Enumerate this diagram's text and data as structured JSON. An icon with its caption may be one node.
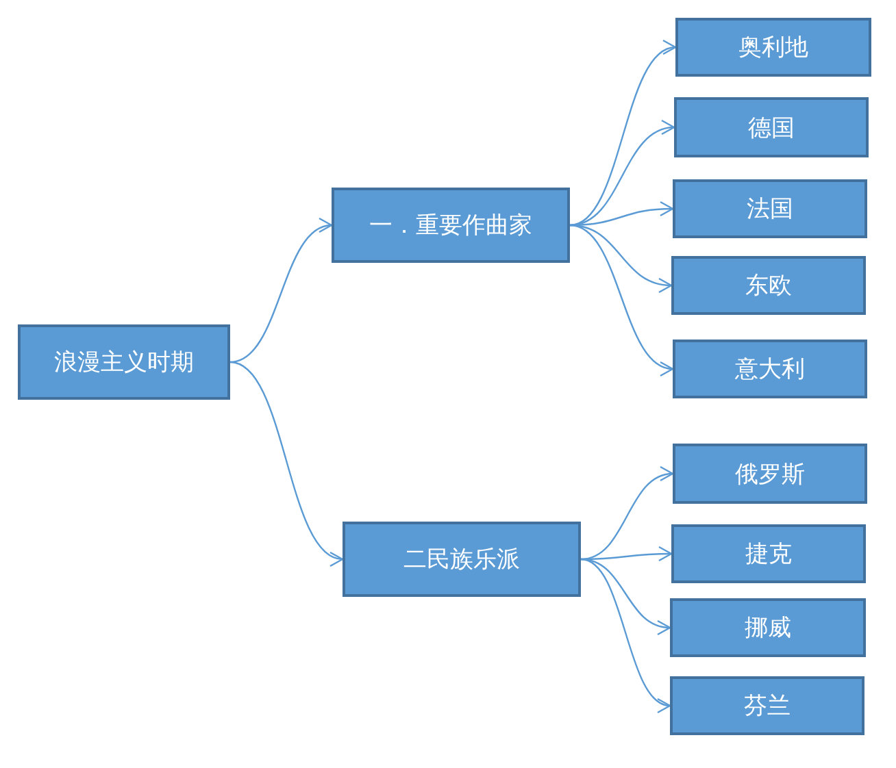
{
  "diagram": {
    "nodes": [
      {
        "text": [
          "浪漫主义时期"
        ]
      },
      {
        "text": [
          "一．重要作曲家"
        ]
      },
      {
        "text": [
          "二民族乐派"
        ]
      },
      {
        "text": [
          "奥利地"
        ]
      },
      {
        "text": [
          "德国"
        ]
      },
      {
        "text": [
          "法国"
        ]
      },
      {
        "text": [
          "东欧"
        ]
      },
      {
        "text": [
          "意大利"
        ]
      },
      {
        "text": [
          "俄罗斯"
        ]
      },
      {
        "text": [
          "捷克"
        ]
      },
      {
        "text": [
          "挪威"
        ]
      },
      {
        "text": [
          "芬兰"
        ]
      }
    ],
    "edges": [
      {
        "from": 0,
        "to": 1,
        "arrow": "to"
      },
      {
        "from": 0,
        "to": 2,
        "arrow": "to"
      },
      {
        "from": 1,
        "to": 3,
        "arrow": "to"
      },
      {
        "from": 1,
        "to": 4,
        "arrow": "to"
      },
      {
        "from": 1,
        "to": 5,
        "arrow": "to"
      },
      {
        "from": 1,
        "to": 6,
        "arrow": "to"
      },
      {
        "from": 1,
        "to": 7,
        "arrow": "to"
      },
      {
        "from": 2,
        "to": 8,
        "arrow": "to"
      },
      {
        "from": 2,
        "to": 9,
        "arrow": "to"
      },
      {
        "from": 2,
        "to": 10,
        "arrow": "to"
      },
      {
        "from": 2,
        "to": 11,
        "arrow": "to"
      }
    ]
  }
}
